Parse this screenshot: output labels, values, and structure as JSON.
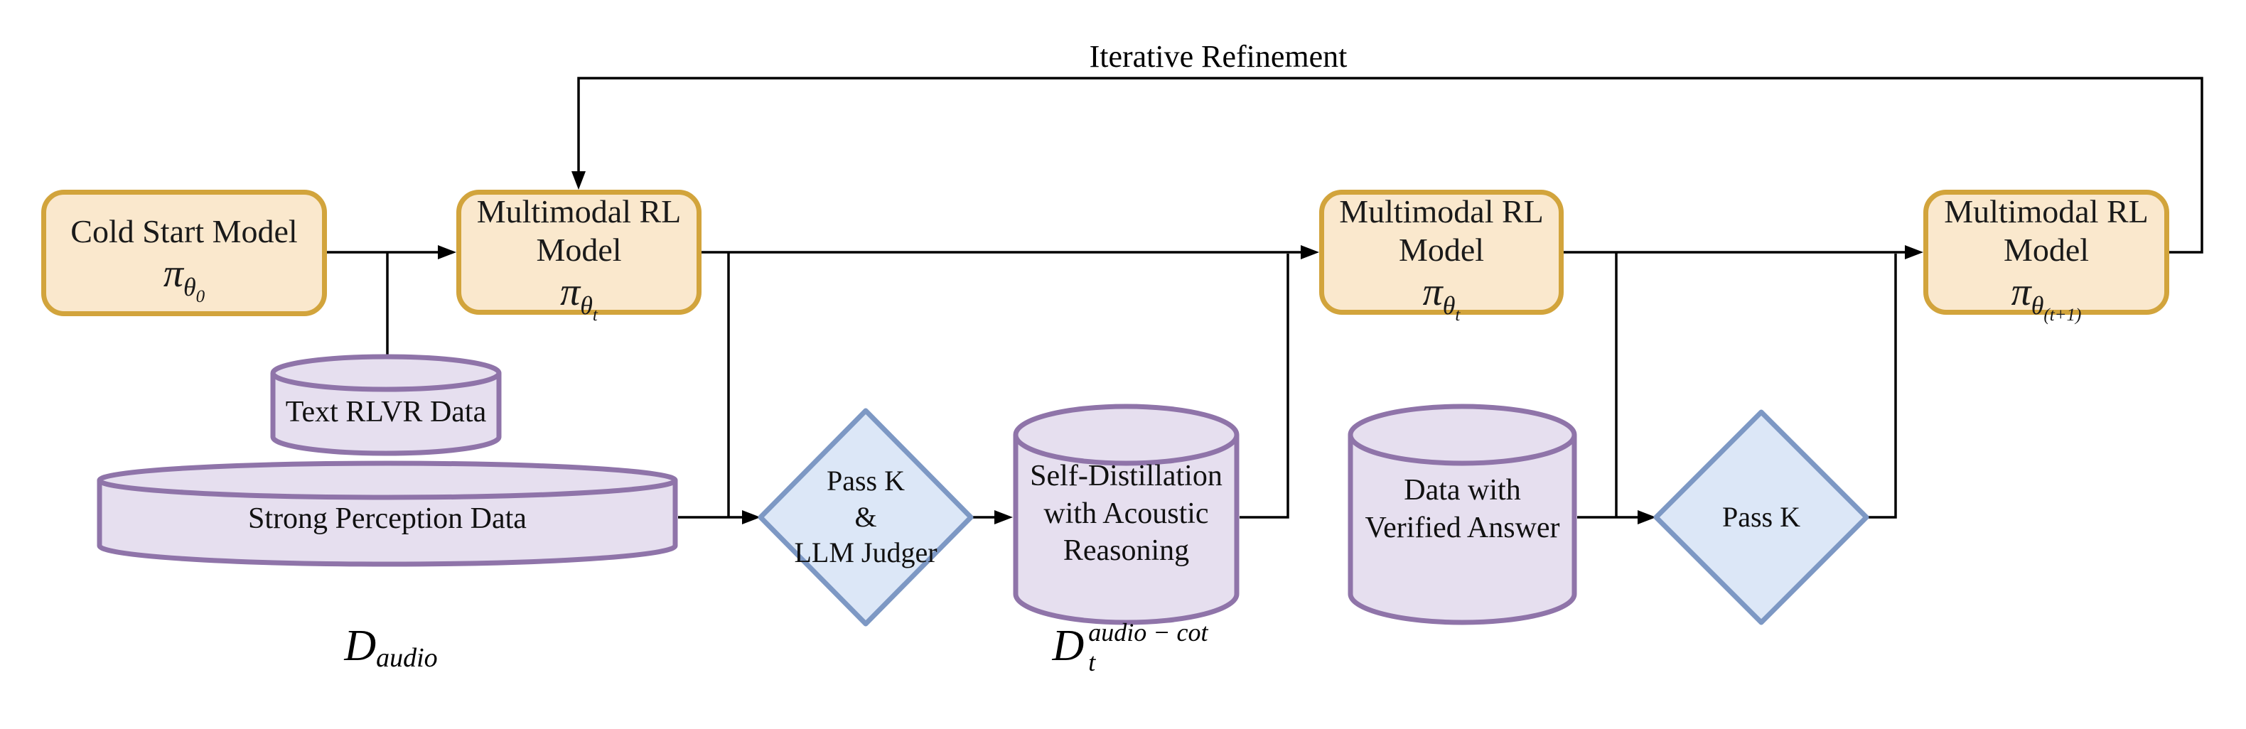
{
  "colors": {
    "background": "#ffffff",
    "model_box_fill": "#fae8cd",
    "model_box_border": "#d2a43c",
    "datastore_fill": "#e6dfef",
    "datastore_border": "#8f74a9",
    "decision_fill": "#dce7f7",
    "decision_border": "#7d98c4",
    "connector": "#000000",
    "text": "#1a1a1a"
  },
  "feedback": {
    "label": "Iterative Refinement"
  },
  "models": {
    "cold_start": {
      "title": "Cold Start Model",
      "symbol_base": "π",
      "symbol_sub": "θ",
      "symbol_subsub": "0"
    },
    "rl_t_first": {
      "title_line1": "Multimodal RL",
      "title_line2": "Model",
      "symbol_base": "π",
      "symbol_sub": "θ",
      "symbol_subsub": "t"
    },
    "rl_t_second": {
      "title_line1": "Multimodal RL",
      "title_line2": "Model",
      "symbol_base": "π",
      "symbol_sub": "θ",
      "symbol_subsub": "t"
    },
    "rl_t_plus_1": {
      "title_line1": "Multimodal RL",
      "title_line2": "Model",
      "symbol_base": "π",
      "symbol_sub": "θ",
      "symbol_subsub": "(t+1)"
    }
  },
  "datastores": {
    "text_rlvr": {
      "label": "Text RLVR Data"
    },
    "strong_perception": {
      "label": "Strong Perception Data"
    },
    "self_distillation": {
      "line1": "Self-Distillation",
      "line2": "with Acoustic",
      "line3": "Reasoning"
    },
    "verified_answer": {
      "line1": "Data with",
      "line2": "Verified Answer"
    }
  },
  "decisions": {
    "pass_k_llm_judger": {
      "line1": "Pass K",
      "line2": "&",
      "line3": "LLM Judger"
    },
    "pass_k": {
      "label": "Pass K"
    }
  },
  "math_labels": {
    "d_audio": {
      "base": "D",
      "sub": "audio"
    },
    "d_audio_cot": {
      "base": "D",
      "sub": "t",
      "sup": "audio − cot"
    }
  }
}
